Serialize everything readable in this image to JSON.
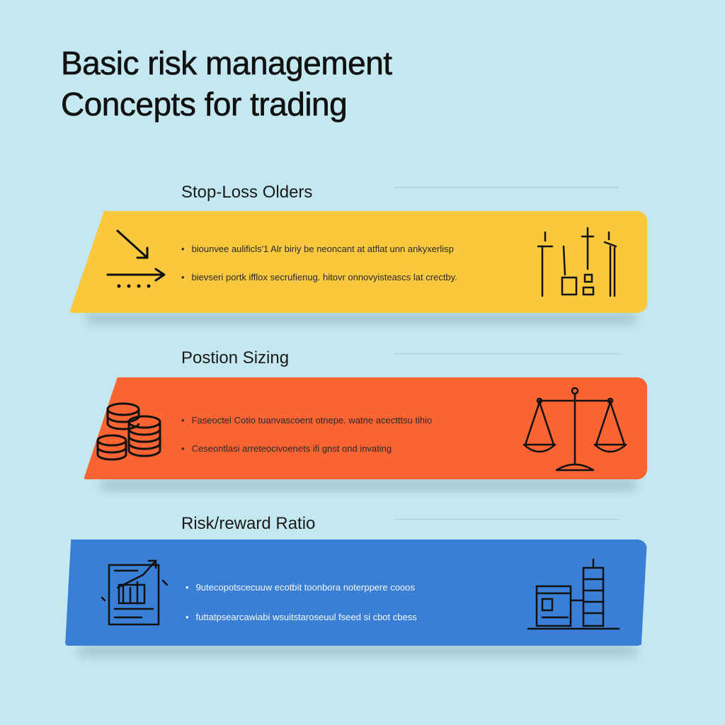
{
  "title": {
    "line1": "Basic risk management",
    "line2": "Concepts for trading"
  },
  "sections": [
    {
      "heading": "Stop-Loss Olders",
      "color": "#fac83c",
      "icon_left": "down-right-arrow-icon",
      "icon_right": "candlestick-bars-icon",
      "bullets": [
        "biounvee aulificls'1 Alr biriy be neoncant at atflat unn ankyxerlisp",
        "bievseri portk ifflox  secrufienug. hitovr onnovyisteascs lat crectby."
      ]
    },
    {
      "heading": "Postion Sizing",
      "color": "#fa6432",
      "icon_left": "coin-stack-icon",
      "icon_right": "balance-scale-icon",
      "bullets": [
        "Faseoctel Cotio tuanvascoent otnepe. watne acectttsu tihio",
        "Ceseontlasi arreteocivoenets ifi gnst ond invating"
      ]
    },
    {
      "heading": "Risk/reward Ratio",
      "color": "#3a7fd6",
      "icon_left": "growth-chart-document-icon",
      "icon_right": "buildings-chart-icon",
      "bullets": [
        "9utecopotscecuuw ecotbit toonbora noterppere cooos",
        "futtatpsearcawiabi wsuitstaroseuul fseed si cbot cbess"
      ]
    }
  ]
}
